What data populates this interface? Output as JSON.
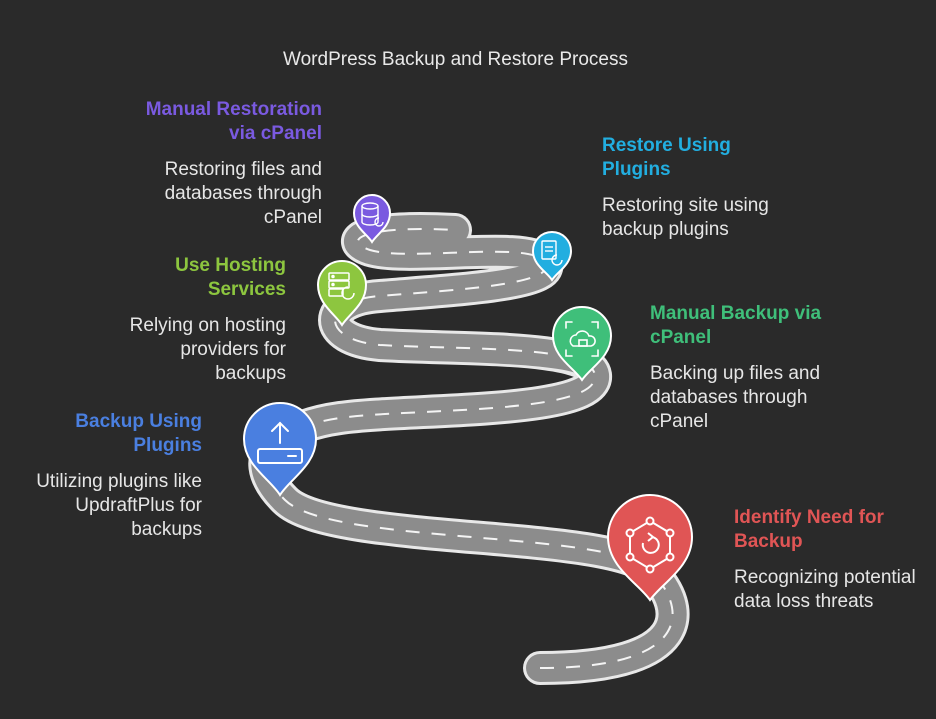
{
  "title": "WordPress Backup and Restore Process",
  "steps": [
    {
      "title": "Identify Need for Backup",
      "desc": "Recognizing potential data loss threats",
      "color": "#e05555",
      "icon": "hub-refresh-icon"
    },
    {
      "title": "Backup Using Plugins",
      "desc": "Utilizing plugins like UpdraftPlus for backups",
      "color": "#4a7fe0",
      "icon": "upload-drive-icon"
    },
    {
      "title": "Manual Backup via cPanel",
      "desc": "Backing up files and databases through cPanel",
      "color": "#3fbf7a",
      "icon": "cloud-folder-icon"
    },
    {
      "title": "Use Hosting Services",
      "desc": "Relying on hosting providers for backups",
      "color": "#8dc63f",
      "icon": "server-refresh-icon"
    },
    {
      "title": "Restore Using Plugins",
      "desc": "Restoring site using backup plugins",
      "color": "#22aee0",
      "icon": "clipboard-restore-icon"
    },
    {
      "title": "Manual Restoration via cPanel",
      "desc": "Restoring files and databases through cPanel",
      "color": "#7a5ae0",
      "icon": "database-restore-icon"
    }
  ]
}
